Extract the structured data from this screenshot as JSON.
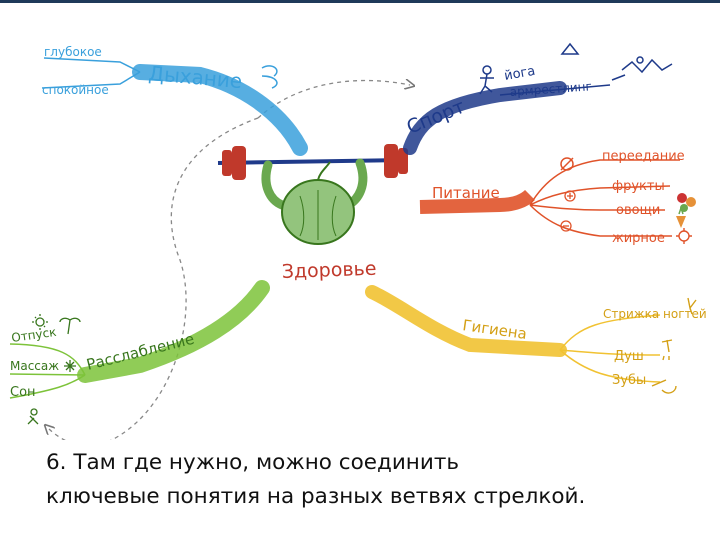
{
  "mindmap": {
    "center": "Здоровье",
    "branches": {
      "breathing": {
        "label": "Дыхание",
        "items": [
          "глубокое",
          "спокойное"
        ]
      },
      "sport": {
        "label": "Спорт",
        "items": [
          "йога",
          "армрестлинг"
        ]
      },
      "nutrition": {
        "label": "Питание",
        "items": [
          "переедание",
          "фрукты",
          "овощи",
          "жирное"
        ]
      },
      "hygiene": {
        "label": "Гигиена",
        "items": [
          "Стрижка ногтей",
          "Душ",
          "Зубы"
        ]
      },
      "relax": {
        "label": "Расслабление",
        "items": [
          "Отпуск",
          "Массаж",
          "Сон"
        ]
      }
    }
  },
  "caption": {
    "line1": "6. Там где нужно, можно соединить",
    "line2": "ключевые понятия на разных ветвях стрелкой."
  },
  "colors": {
    "breathing": "#3aa0dc",
    "sport": "#1e3a8a",
    "nutrition": "#e0532a",
    "hygiene": "#f1c232",
    "relax": "#7dc33a",
    "center": "#c0392b"
  }
}
